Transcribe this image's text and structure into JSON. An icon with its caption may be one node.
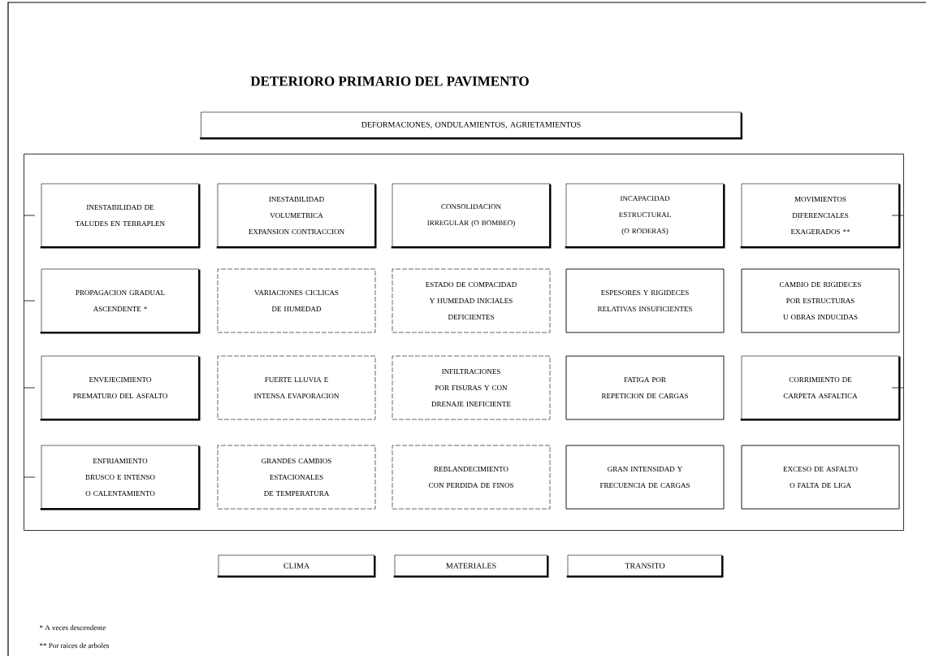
{
  "diagram": {
    "title": "DETERIORO PRIMARIO DEL PAVIMENTO",
    "nodes": [
      {
        "text": [
          "DEFORMACIONES, ONDULAMIENTOS, AGRIETAMIENTOS"
        ]
      },
      {
        "text": [],
        "shape": "box"
      },
      {
        "text": [
          "INESTABILIDAD DE TALUDES EN TERRAPLEN"
        ],
        "in": 1
      },
      {
        "text": [
          "INESTABILIDAD VOLUMETRICA EXPANSION CONTRACCION"
        ],
        "in": 1
      },
      {
        "text": [
          "CONSOLIDACION IRREGULAR (O BOMBEO)"
        ],
        "in": 1
      },
      {
        "text": [
          "INCAPACIDAD ESTRUCTURAL (O RODERAS)"
        ],
        "in": 1
      },
      {
        "text": [
          "MOVIMIENTOS DIFERENCIALES EXAGERADOS **"
        ],
        "in": 1
      },
      {
        "text": [
          "PROPAGACION GRADUAL ASCENDENTE *"
        ],
        "in": 1
      },
      {
        "text": [
          "VARIACIONES CICLICAS DE HUMEDAD"
        ],
        "in": 1
      },
      {
        "text": [
          "ESTADO DE COMPACIDAD Y HUMEDAD INICIALES DEFICIENTES"
        ],
        "in": 1
      },
      {
        "text": [
          "ESPESORES Y RIGIDECES RELATIVAS INSUFICIENTES"
        ],
        "in": 1
      },
      {
        "text": [
          "CAMBIO DE RIGIDECES POR ESTRUCTURAS U OBRAS INDUCIDAS"
        ],
        "in": 1
      },
      {
        "text": [
          "ENVEJECIMIENTO PREMATURO DEL ASFALTO"
        ],
        "in": 1
      },
      {
        "text": [
          "FUERTE LLUVIA E INTENSA EVAPORACION"
        ],
        "in": 1
      },
      {
        "text": [
          "INFILTRACIONES POR FISURAS Y CON DRENAJE INEFICIENTE"
        ],
        "in": 1
      },
      {
        "text": [
          "FATIGA POR REPETICION DE CARGAS"
        ],
        "in": 1
      },
      {
        "text": [
          "CORRIMIENTO DE CARPETA ASFALTICA"
        ],
        "in": 1
      },
      {
        "text": [
          "ENFRIAMIENTO BRUSCO E INTENSO O CALENTAMIENTO"
        ],
        "in": 1
      },
      {
        "text": [
          "GRANDES CAMBIOS ESTACIONALES DE TEMPERATURA"
        ],
        "in": 1
      },
      {
        "text": [
          "REBLANDECIMIENTO CON PERDIDA DE FINOS"
        ],
        "in": 1
      },
      {
        "text": [
          "GRAN INTENSIDAD Y FRECUENCIA DE CARGAS"
        ],
        "in": 1
      },
      {
        "text": [
          "EXCESO DE ASFALTO O FALTA DE LIGA"
        ],
        "in": 1
      },
      {
        "text": [
          "CLIMA"
        ]
      },
      {
        "text": [
          "MATERIALES"
        ]
      },
      {
        "text": [
          "TRANSITO"
        ]
      }
    ],
    "labels": [
      "* A veces descendente",
      "** Por raices de arboles"
    ]
  }
}
